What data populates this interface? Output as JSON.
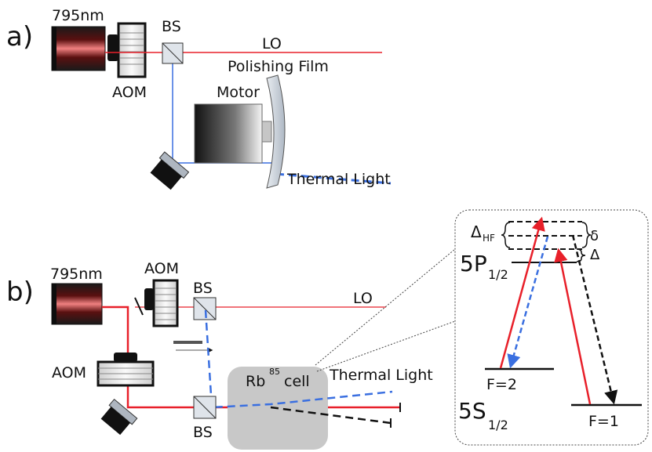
{
  "panel_a": {
    "label": "a)",
    "laser": "795nm",
    "aom": "AOM",
    "bs": "BS",
    "lo": "LO",
    "film": "Polishing Film",
    "motor": "Motor",
    "thermal": "Thermal Light"
  },
  "panel_b": {
    "label": "b)",
    "laser": "795nm",
    "aom_top": "AOM",
    "aom_left": "AOM",
    "bs_top": "BS",
    "bs_bottom": "BS",
    "lo": "LO",
    "cell_element": "Rb",
    "cell_isotope": "85",
    "cell_word": "cell",
    "thermal": "Thermal Light"
  },
  "levels": {
    "delta_hf_symbol": "Δ",
    "delta_hf_sub": "HF",
    "delta_small": "δ",
    "delta_big": "Δ",
    "p_state": "5P",
    "p_sub": "1/2",
    "s_state": "5S",
    "s_sub": "1/2",
    "f2": "F=2",
    "f1": "F=1"
  },
  "colors": {
    "beam_red": "#e8202a",
    "beam_blue": "#3a6fe0",
    "mirror": "#2a2a2a"
  }
}
